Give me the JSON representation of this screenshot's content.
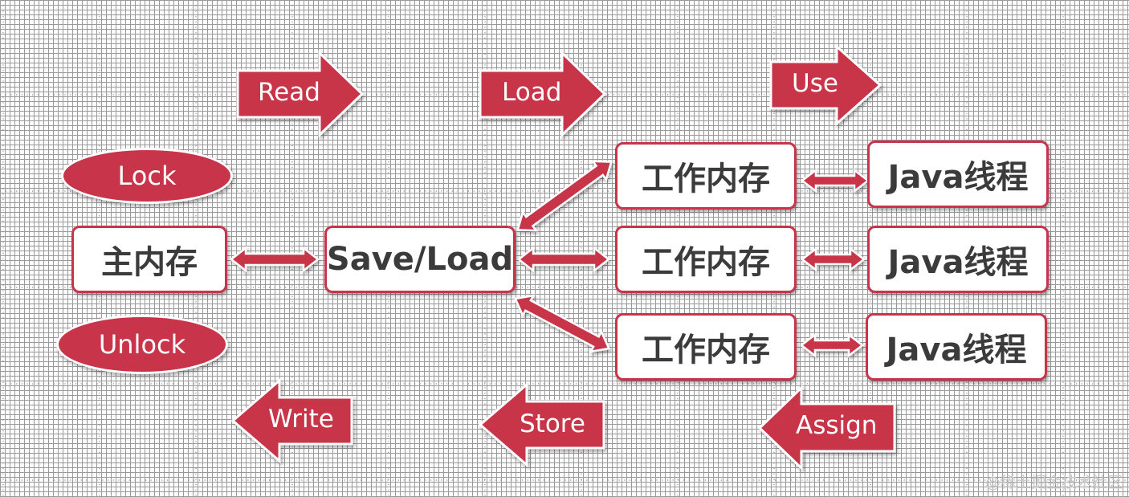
{
  "colors": {
    "accent": "#c8354a",
    "text": "#3b3b3b",
    "background": "#ffffff"
  },
  "flow_arrows": {
    "read": "Read",
    "load": "Load",
    "use": "Use",
    "write": "Write",
    "store": "Store",
    "assign": "Assign"
  },
  "ovals": {
    "lock": "Lock",
    "unlock": "Unlock"
  },
  "nodes": {
    "main_memory": "主内存",
    "save_load": "Save/Load",
    "working_memory": [
      "工作内存",
      "工作内存",
      "工作内存"
    ],
    "java_thread": [
      "Java线程",
      "Java线程",
      "Java线程"
    ]
  },
  "watermark": "@稀土掘金技术社区"
}
